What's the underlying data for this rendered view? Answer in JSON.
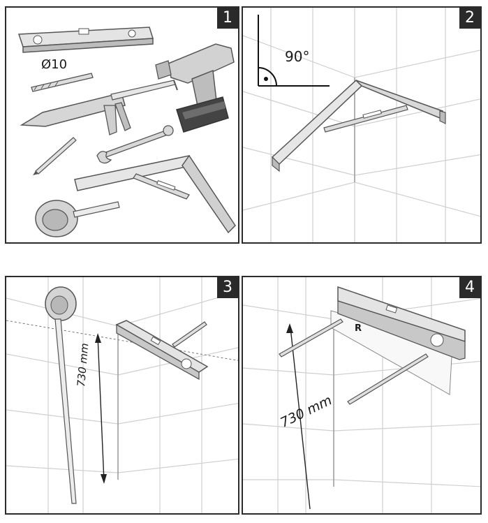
{
  "panels": [
    {
      "number": "1",
      "drill_bit_label": "Ø10"
    },
    {
      "number": "2",
      "angle_label": "90°"
    },
    {
      "number": "3",
      "dimension_label": "730 mm"
    },
    {
      "number": "4",
      "dimension_label": "730 mm",
      "template_letter": "R"
    }
  ],
  "colors": {
    "frame": "#2b2b2b",
    "badge": "#2a2a2a",
    "tool_fill": "#d9d9d9",
    "tool_stroke": "#555555",
    "wall_grout": "#cfcfcf"
  }
}
